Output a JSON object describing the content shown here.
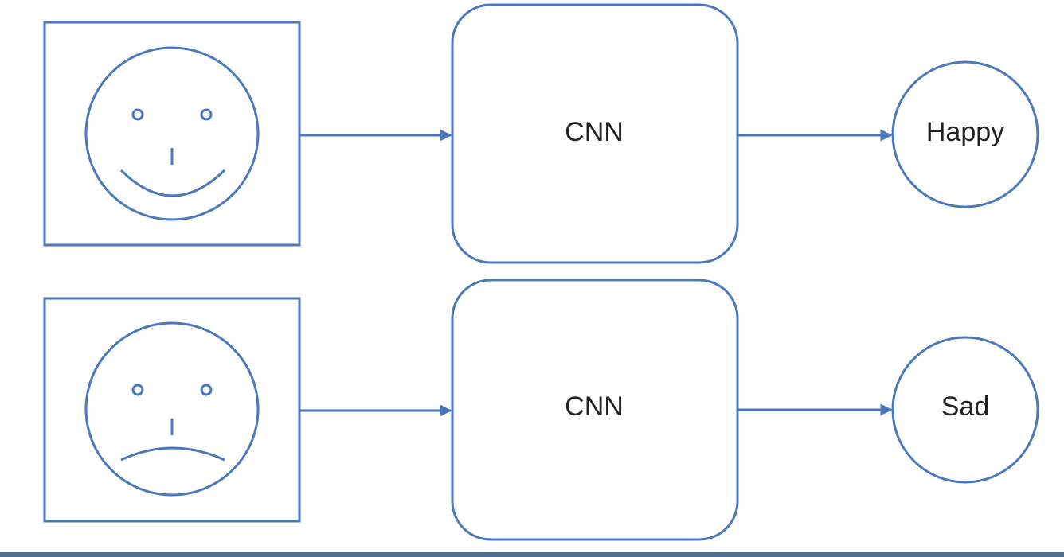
{
  "rows": [
    {
      "face_icon": "happy-face-icon",
      "model_label": "CNN",
      "output_label": "Happy"
    },
    {
      "face_icon": "sad-face-icon",
      "model_label": "CNN",
      "output_label": "Sad"
    }
  ],
  "colors": {
    "stroke": "#4a78bd",
    "text": "#222222",
    "bottom_bar": "#4a6f93"
  }
}
